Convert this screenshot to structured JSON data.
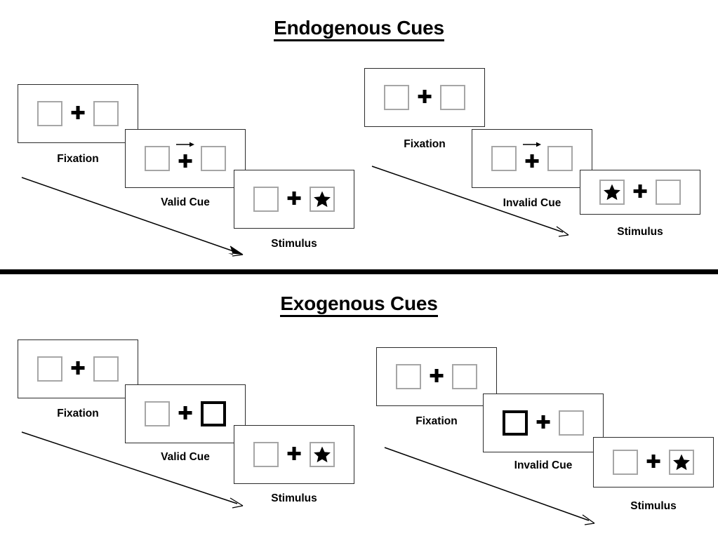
{
  "sections": [
    {
      "title": "Endogenous Cues",
      "columns": [
        {
          "name": "valid",
          "panels": [
            {
              "caption": "Fixation",
              "cue": "none",
              "left_content": "empty",
              "right_content": "empty"
            },
            {
              "caption": "Valid Cue",
              "cue": "arrow-right",
              "left_content": "empty",
              "right_content": "empty"
            },
            {
              "caption": "Stimulus",
              "cue": "none",
              "left_content": "empty",
              "right_content": "star"
            }
          ]
        },
        {
          "name": "invalid",
          "panels": [
            {
              "caption": "Fixation",
              "cue": "none",
              "left_content": "empty",
              "right_content": "empty"
            },
            {
              "caption": "Invalid Cue",
              "cue": "arrow-right",
              "left_content": "empty",
              "right_content": "empty"
            },
            {
              "caption": "Stimulus",
              "cue": "none",
              "left_content": "star",
              "right_content": "empty"
            }
          ]
        }
      ]
    },
    {
      "title": "Exogenous Cues",
      "columns": [
        {
          "name": "valid",
          "panels": [
            {
              "caption": "Fixation",
              "cue": "none",
              "left_content": "empty",
              "right_content": "empty"
            },
            {
              "caption": "Valid Cue",
              "cue": "box-right",
              "left_content": "empty",
              "right_content": "empty"
            },
            {
              "caption": "Stimulus",
              "cue": "none",
              "left_content": "empty",
              "right_content": "star"
            }
          ]
        },
        {
          "name": "invalid",
          "panels": [
            {
              "caption": "Fixation",
              "cue": "none",
              "left_content": "empty",
              "right_content": "empty"
            },
            {
              "caption": "Invalid Cue",
              "cue": "box-left",
              "left_content": "empty",
              "right_content": "empty"
            },
            {
              "caption": "Stimulus",
              "cue": "none",
              "left_content": "empty",
              "right_content": "star"
            }
          ]
        }
      ]
    }
  ],
  "glyphs": {
    "fixation_cross": "✚",
    "arrow_right": "arrow-right-icon",
    "star": "star-icon"
  },
  "colors": {
    "ink": "#000000",
    "panel_border": "#2b2b2b",
    "box_border": "#a6a6a6",
    "cued_box_border": "#000000",
    "background": "#ffffff"
  }
}
